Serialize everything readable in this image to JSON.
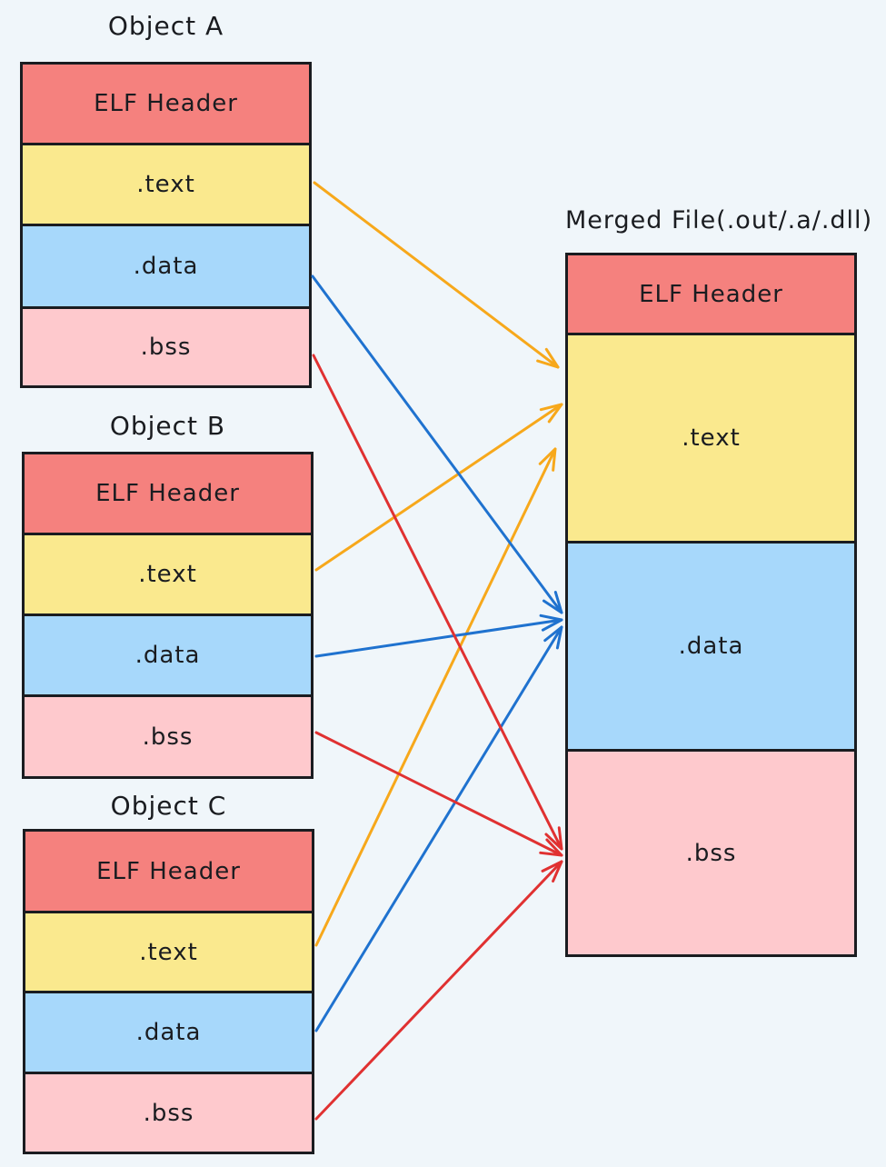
{
  "diagram": {
    "background": "#f0f6fa",
    "ink": "#1a1c20"
  },
  "colors": {
    "text_arrow": "#f7a81b",
    "data_arrow": "#1f72cf",
    "bss_arrow": "#e03131"
  },
  "objects": [
    {
      "title": "Object A",
      "sections": [
        {
          "label": "ELF Header",
          "color": "#f5817e"
        },
        {
          "label": ".text",
          "color": "#fae98e"
        },
        {
          "label": ".data",
          "color": "#a7d8fb"
        },
        {
          "label": ".bss",
          "color": "#fec9cd"
        }
      ]
    },
    {
      "title": "Object B",
      "sections": [
        {
          "label": "ELF Header",
          "color": "#f5817e"
        },
        {
          "label": ".text",
          "color": "#fae98e"
        },
        {
          "label": ".data",
          "color": "#a7d8fb"
        },
        {
          "label": ".bss",
          "color": "#fec9cd"
        }
      ]
    },
    {
      "title": "Object C",
      "sections": [
        {
          "label": "ELF Header",
          "color": "#f5817e"
        },
        {
          "label": ".text",
          "color": "#fae98e"
        },
        {
          "label": ".data",
          "color": "#a7d8fb"
        },
        {
          "label": ".bss",
          "color": "#fec9cd"
        }
      ]
    }
  ],
  "merged": {
    "title": "Merged File(.out/.a/.dll)",
    "sections": [
      {
        "label": "ELF Header",
        "color": "#f5817e"
      },
      {
        "label": ".text",
        "color": "#fae98e"
      },
      {
        "label": ".data",
        "color": "#a7d8fb"
      },
      {
        "label": ".bss",
        "color": "#fec9cd"
      }
    ]
  },
  "links": [
    {
      "from": "Object A .text",
      "to": "Merged File .text",
      "color": "#f7a81b"
    },
    {
      "from": "Object B .text",
      "to": "Merged File .text",
      "color": "#f7a81b"
    },
    {
      "from": "Object C .text",
      "to": "Merged File .text",
      "color": "#f7a81b"
    },
    {
      "from": "Object A .data",
      "to": "Merged File .data",
      "color": "#1f72cf"
    },
    {
      "from": "Object B .data",
      "to": "Merged File .data",
      "color": "#1f72cf"
    },
    {
      "from": "Object C .data",
      "to": "Merged File .data",
      "color": "#1f72cf"
    },
    {
      "from": "Object A .bss",
      "to": "Merged File .bss",
      "color": "#e03131"
    },
    {
      "from": "Object B .bss",
      "to": "Merged File .bss",
      "color": "#e03131"
    },
    {
      "from": "Object C .bss",
      "to": "Merged File .bss",
      "color": "#e03131"
    }
  ]
}
